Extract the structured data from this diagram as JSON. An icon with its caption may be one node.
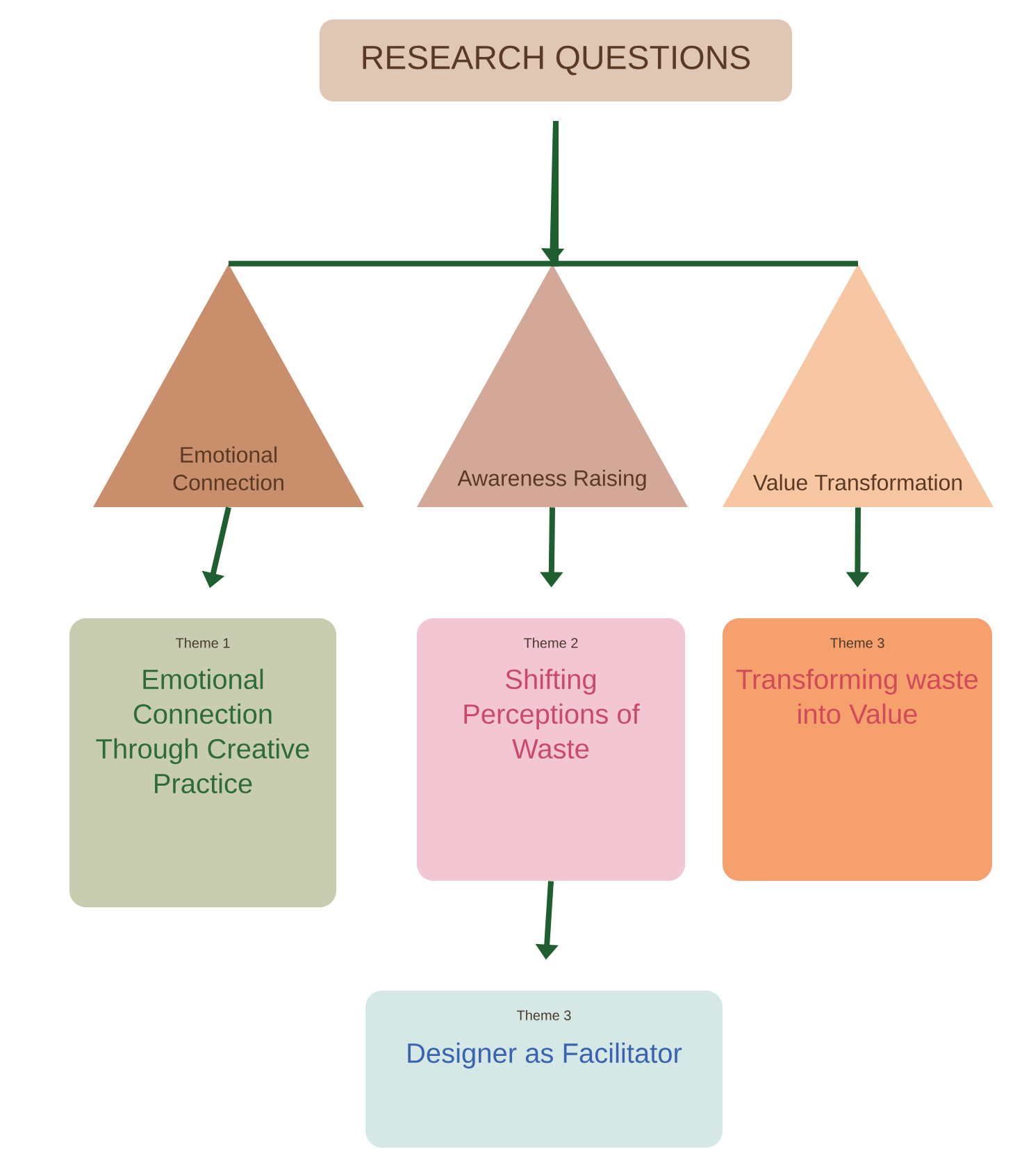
{
  "diagram": {
    "nodes": [
      {
        "text": [
          "RESEARCH QUESTIONS"
        ]
      },
      {
        "text": [
          "Emotional Connection"
        ]
      },
      {
        "text": [
          "Awareness Raising"
        ]
      },
      {
        "text": [
          "Value Transformation"
        ]
      },
      {
        "text": [
          "Theme 1",
          "Emotional Connection Through Creative Practice"
        ]
      },
      {
        "text": [
          "Theme 2",
          "Shifting Perceptions of Waste"
        ]
      },
      {
        "text": [
          "Theme 3",
          "Transforming waste into Value"
        ]
      },
      {
        "text": [
          "Theme 3",
          "Designer as Facilitator"
        ]
      }
    ],
    "edges": [
      {
        "from": 0,
        "to": 1,
        "arrow": "none"
      },
      {
        "from": 0,
        "to": 2,
        "arrow": "to"
      },
      {
        "from": 0,
        "to": 3,
        "arrow": "none"
      },
      {
        "from": 1,
        "to": 4,
        "arrow": "to"
      },
      {
        "from": 2,
        "to": 5,
        "arrow": "to"
      },
      {
        "from": 3,
        "to": 6,
        "arrow": "to"
      },
      {
        "from": 5,
        "to": 7,
        "arrow": "to"
      }
    ]
  }
}
